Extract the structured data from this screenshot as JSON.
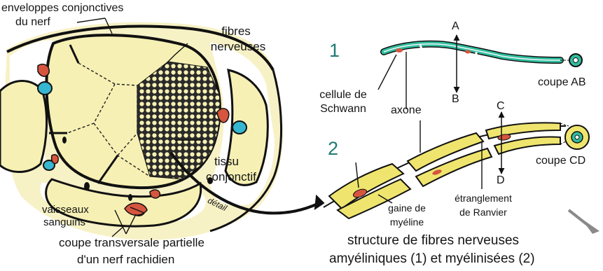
{
  "colors": {
    "nerve_fill": "#f6f0b4",
    "fibre_green": "#2fbfa0",
    "fibre_yellow": "#efe56e",
    "vessel_red": "#d6553e",
    "vessel_blue": "#36b6d0",
    "fat_fill": "#f7f1c6",
    "outline": "#111111",
    "number_color": "#1e7a74"
  },
  "labels": {
    "enveloppes": "enveloppes conjonctives",
    "du_nerf": "du nerf",
    "fibres": "fibres",
    "nerveuses": "nerveuses",
    "tissu": "tissu",
    "conjonctif": "conjonctif",
    "vaisseaux": "vaisseaux",
    "sanguins": "sanguins",
    "detail": "détail",
    "coupe_transversale": "coupe transversale partielle",
    "nerf_rachidien": "d'un nerf rachidien",
    "num1": "1",
    "num2": "2",
    "cellule_de": "cellule de",
    "schwann": "Schwann",
    "axone": "axone",
    "A": "A",
    "B": "B",
    "C": "C",
    "D": "D",
    "coupe_ab": "coupe AB",
    "coupe_cd": "coupe CD",
    "gaine_de": "gaine de",
    "myeline": "myéline",
    "etranglement": "étranglement",
    "de_ranvier": "de Ranvier",
    "structure": "structure de fibres nerveuses",
    "amyeliniques": "amyéliniques (1) et myélinisées (2)"
  },
  "icons": [
    "arrow-ab-icon",
    "arrow-cd-icon",
    "detail-arrow-icon"
  ]
}
